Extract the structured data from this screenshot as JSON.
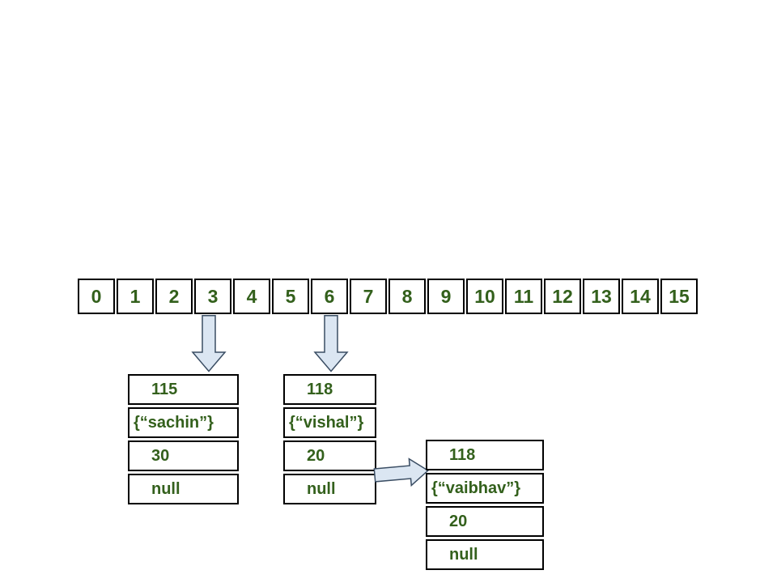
{
  "colors": {
    "background": "#ffffff",
    "border": "#000000",
    "text_green": "#33601c",
    "arrow_fill": "#dbe6f2",
    "arrow_stroke": "#3a4d63"
  },
  "bucket_array": {
    "cells": [
      "0",
      "1",
      "2",
      "3",
      "4",
      "5",
      "6",
      "7",
      "8",
      "9",
      "10",
      "11",
      "12",
      "13",
      "14",
      "15"
    ]
  },
  "nodes": [
    {
      "hash": "115",
      "key": "{“sachin”}",
      "value": "30",
      "next": "null"
    },
    {
      "hash": "118",
      "key": "{“vishal”}",
      "value": "20",
      "next": "null"
    },
    {
      "hash": "118",
      "key": "{“vaibhav”}",
      "value": "20",
      "next": "null"
    }
  ],
  "arrows": [
    {
      "name": "bucket-3-down-arrow",
      "type": "down-arrow"
    },
    {
      "name": "bucket-6-down-arrow",
      "type": "down-arrow"
    },
    {
      "name": "chain-next-arrow",
      "type": "right-arrow"
    }
  ]
}
